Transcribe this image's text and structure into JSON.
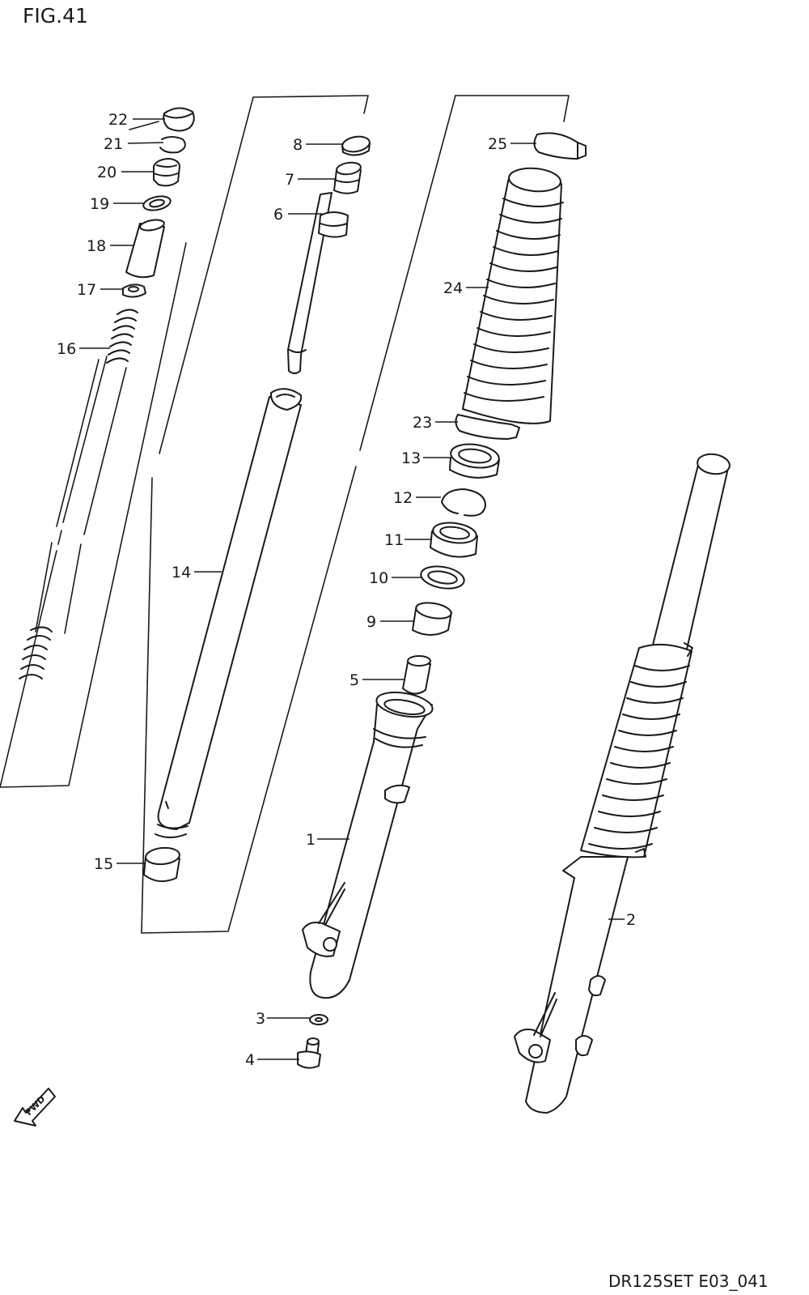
{
  "figure": {
    "title": "FIG.41",
    "drawing_code": "DR125SET E03_041",
    "direction_label": "FWD"
  },
  "parts": [
    {
      "number": "1"
    },
    {
      "number": "2"
    },
    {
      "number": "3"
    },
    {
      "number": "4"
    },
    {
      "number": "5"
    },
    {
      "number": "6"
    },
    {
      "number": "7"
    },
    {
      "number": "8"
    },
    {
      "number": "9"
    },
    {
      "number": "10"
    },
    {
      "number": "11"
    },
    {
      "number": "12"
    },
    {
      "number": "13"
    },
    {
      "number": "14"
    },
    {
      "number": "15"
    },
    {
      "number": "16"
    },
    {
      "number": "17"
    },
    {
      "number": "18"
    },
    {
      "number": "19"
    },
    {
      "number": "20"
    },
    {
      "number": "21"
    },
    {
      "number": "22"
    },
    {
      "number": "23"
    },
    {
      "number": "24"
    },
    {
      "number": "25"
    }
  ]
}
